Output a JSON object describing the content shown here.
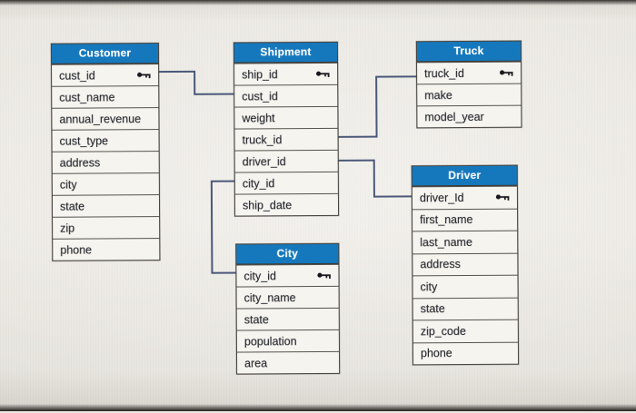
{
  "diagram": {
    "tables": [
      {
        "id": "customer",
        "title": "Customer",
        "columns": [
          {
            "name": "cust_id",
            "primary_key": true
          },
          {
            "name": "cust_name",
            "primary_key": false
          },
          {
            "name": "annual_revenue",
            "primary_key": false
          },
          {
            "name": "cust_type",
            "primary_key": false
          },
          {
            "name": "address",
            "primary_key": false
          },
          {
            "name": "city",
            "primary_key": false
          },
          {
            "name": "state",
            "primary_key": false
          },
          {
            "name": "zip",
            "primary_key": false
          },
          {
            "name": "phone",
            "primary_key": false
          }
        ]
      },
      {
        "id": "shipment",
        "title": "Shipment",
        "columns": [
          {
            "name": "ship_id",
            "primary_key": true
          },
          {
            "name": "cust_id",
            "primary_key": false
          },
          {
            "name": "weight",
            "primary_key": false
          },
          {
            "name": "truck_id",
            "primary_key": false
          },
          {
            "name": "driver_id",
            "primary_key": false
          },
          {
            "name": "city_id",
            "primary_key": false
          },
          {
            "name": "ship_date",
            "primary_key": false
          }
        ]
      },
      {
        "id": "truck",
        "title": "Truck",
        "columns": [
          {
            "name": "truck_id",
            "primary_key": true
          },
          {
            "name": "make",
            "primary_key": false
          },
          {
            "name": "model_year",
            "primary_key": false
          }
        ]
      },
      {
        "id": "driver",
        "title": "Driver",
        "columns": [
          {
            "name": "driver_Id",
            "primary_key": true
          },
          {
            "name": "first_name",
            "primary_key": false
          },
          {
            "name": "last_name",
            "primary_key": false
          },
          {
            "name": "address",
            "primary_key": false
          },
          {
            "name": "city",
            "primary_key": false
          },
          {
            "name": "state",
            "primary_key": false
          },
          {
            "name": "zip_code",
            "primary_key": false
          },
          {
            "name": "phone",
            "primary_key": false
          }
        ]
      },
      {
        "id": "city",
        "title": "City",
        "columns": [
          {
            "name": "city_id",
            "primary_key": true
          },
          {
            "name": "city_name",
            "primary_key": false
          },
          {
            "name": "state",
            "primary_key": false
          },
          {
            "name": "population",
            "primary_key": false
          },
          {
            "name": "area",
            "primary_key": false
          }
        ]
      }
    ],
    "relationships": [
      {
        "from": "Customer.cust_id",
        "to": "Shipment.cust_id"
      },
      {
        "from": "Shipment.truck_id",
        "to": "Truck.truck_id"
      },
      {
        "from": "Shipment.driver_id",
        "to": "Driver.driver_Id"
      },
      {
        "from": "Shipment.city_id",
        "to": "City.city_id"
      }
    ],
    "colors": {
      "header_background": "#1678bc",
      "header_text": "#ffffff",
      "row_background": "#f5f4ef",
      "table_border": "#474440",
      "relationship_line": "#4a5878",
      "canvas_background": "#e9e6e0",
      "key_icon": "#16161c"
    }
  }
}
